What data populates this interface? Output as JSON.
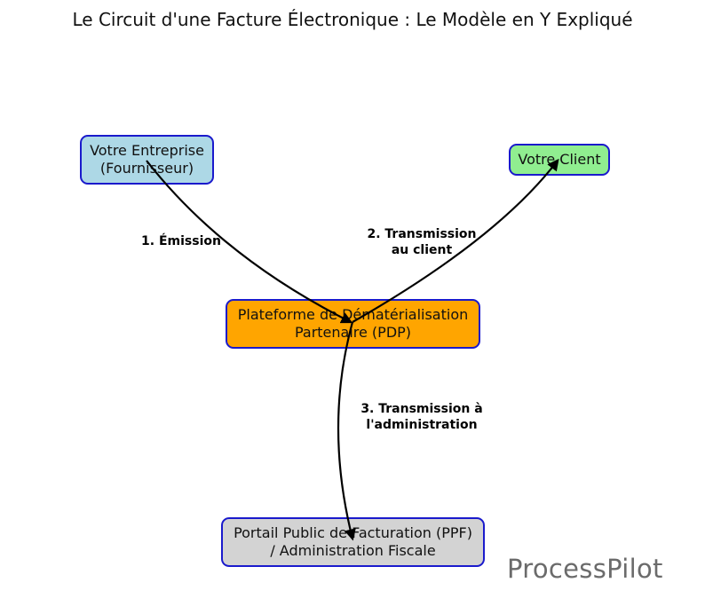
{
  "title": "Le Circuit d'une Facture Électronique : Le Modèle en Y Expliqué",
  "nodes": {
    "supplier": {
      "label": "Votre Entreprise\n(Fournisseur)",
      "color": "#add8e6"
    },
    "client": {
      "label": "Votre Client",
      "color": "#90ee90"
    },
    "pdp": {
      "label": "Plateforme de Dématérialisation\nPartenaire (PDP)",
      "color": "#ffa500"
    },
    "ppf": {
      "label": "Portail Public de Facturation (PPF)\n/ Administration Fiscale",
      "color": "#d3d3d3"
    }
  },
  "edges": {
    "emission": "1. Émission",
    "to_client": "2. Transmission\nau client",
    "to_admin": "3. Transmission à\nl'administration"
  },
  "colors": {
    "border": "#1a1acc",
    "arrow": "#000000"
  },
  "logo": "ProcessPilot"
}
